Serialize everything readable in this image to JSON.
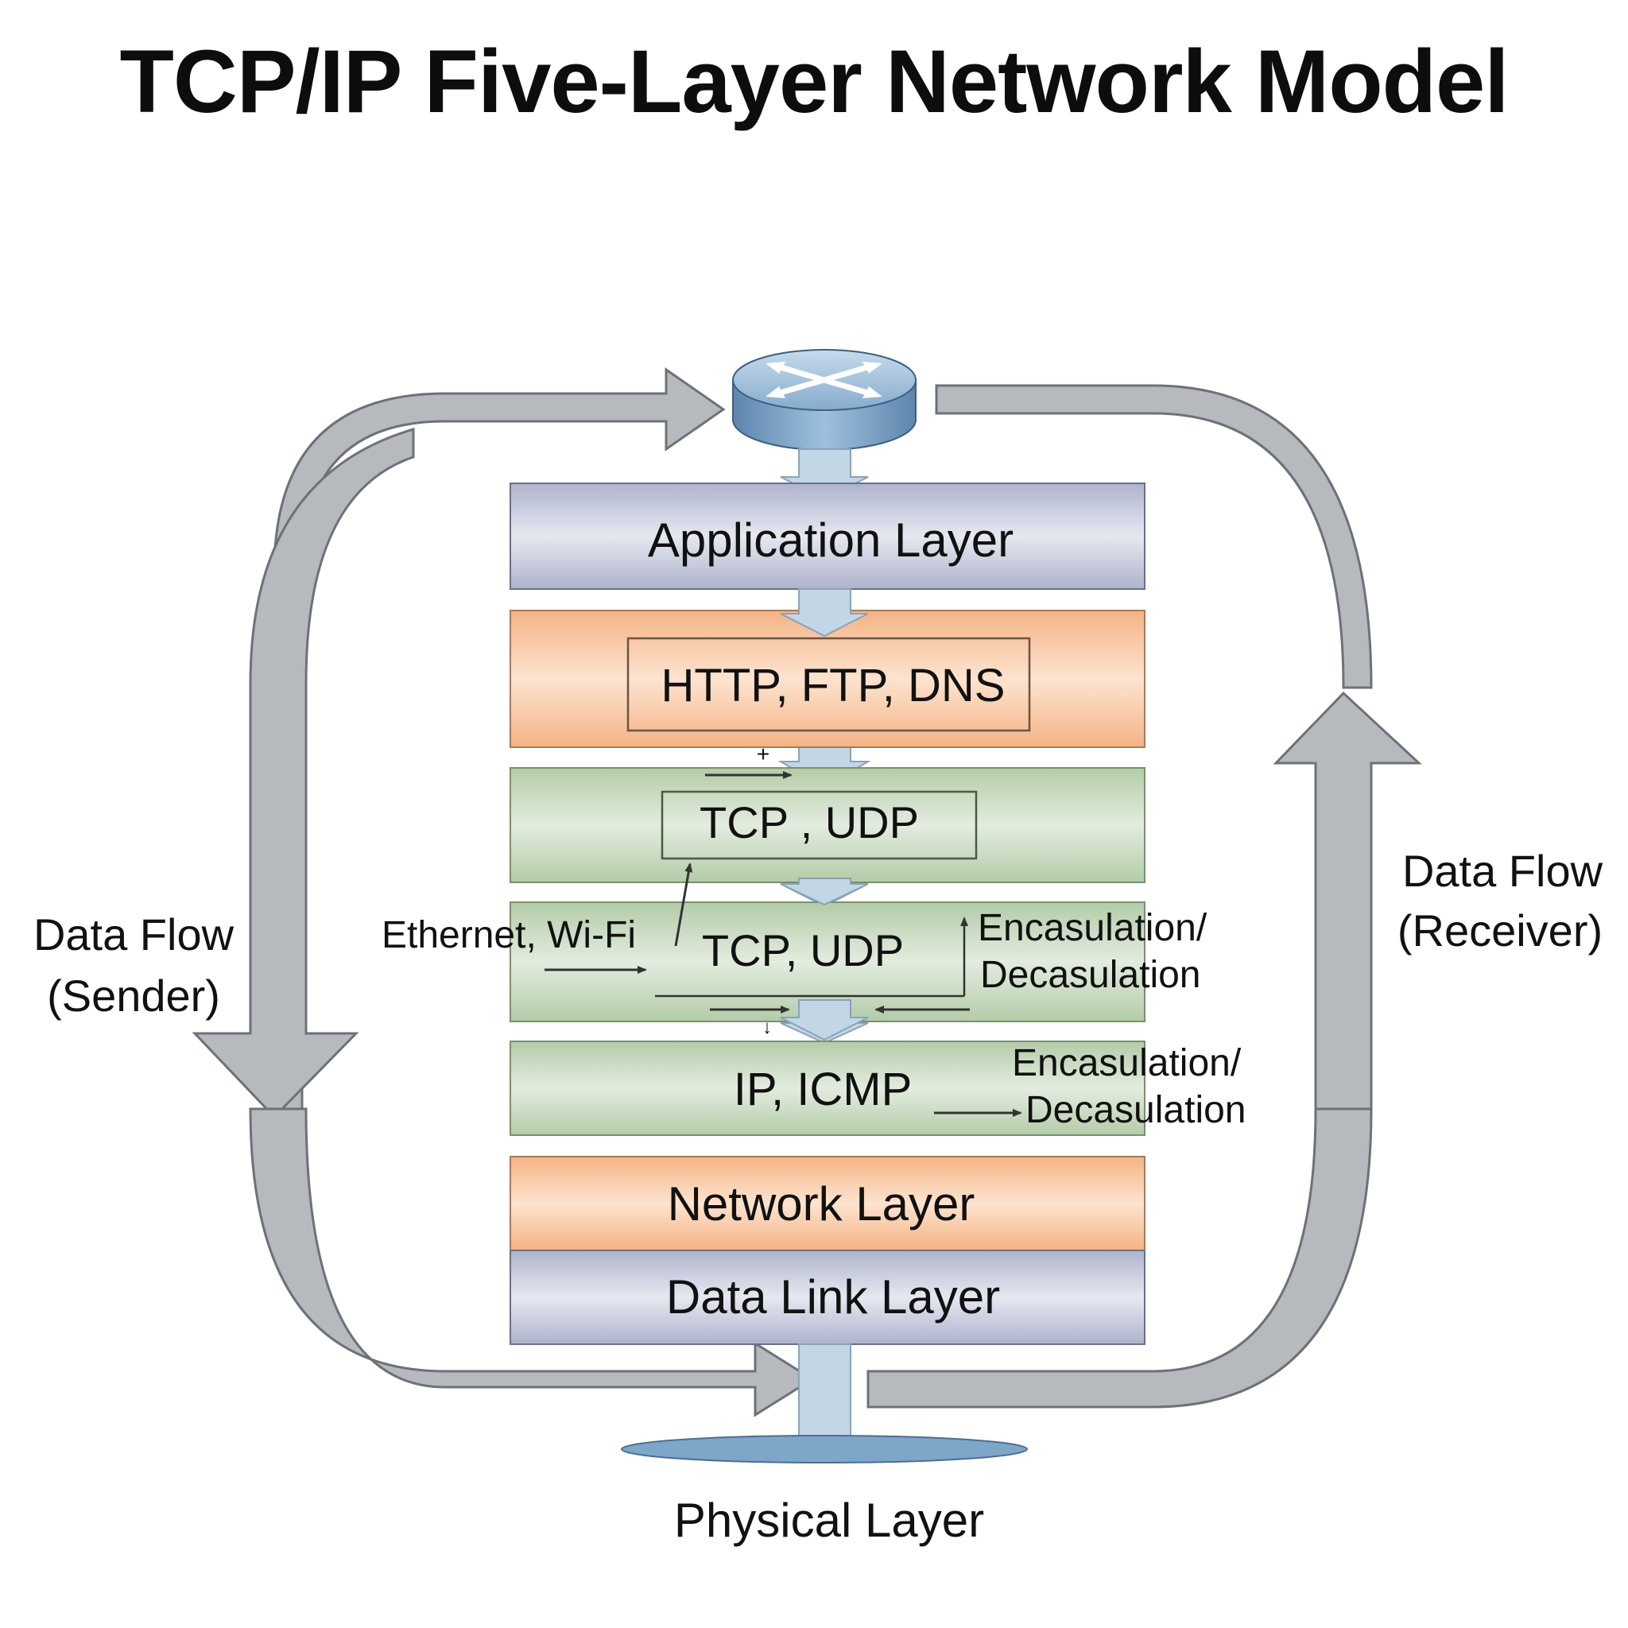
{
  "title": "TCP/IP Five-Layer Network Model",
  "colors": {
    "lavender": "#c6cadc",
    "orange": "#f7c7a2",
    "green": "#c5d8bd",
    "flow_arrow": "#b6b9be",
    "router": "#7ea6c9",
    "connector": "#c3d6e6"
  },
  "router": {
    "icon": "router-icon"
  },
  "layers": {
    "application": "Application Layer",
    "network": "Network Layer",
    "data_link": "Data Link Layer",
    "physical": "Physical Layer"
  },
  "protocols": {
    "app": "HTTP, FTP, DNS",
    "transport_a": "TCP , UDP",
    "transport_b": "TCP, UDP",
    "internet": "IP, ICMP"
  },
  "annotations": {
    "ethernet": "Ethernet, Wi-Fi",
    "encap1_line1": "Encasulation/",
    "encap1_line2": "Decasulation",
    "encap2_line1": "Encasulation/",
    "encap2_line2": "Decasulation",
    "plus": "+",
    "small_arrow": "↓"
  },
  "flows": {
    "sender_line1": "Data Flow",
    "sender_line2": "(Sender)",
    "receiver_line1": "Data Flow",
    "receiver_line2": "(Receiver)"
  }
}
